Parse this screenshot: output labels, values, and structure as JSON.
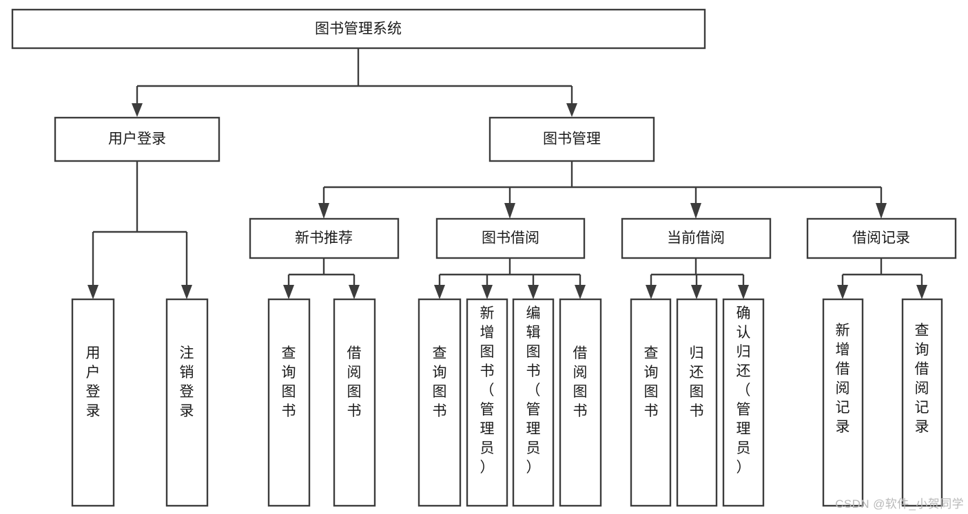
{
  "diagram": {
    "type": "tree-hierarchy",
    "title": "图书管理系统",
    "watermark": "CSDN @软件_小贺同学",
    "nodes": {
      "root": {
        "label": "图书管理系统",
        "orientation": "horizontal"
      },
      "level2": [
        {
          "id": "user-login",
          "label": "用户登录",
          "orientation": "horizontal"
        },
        {
          "id": "book-manage",
          "label": "图书管理",
          "orientation": "horizontal"
        }
      ],
      "level3": [
        {
          "id": "new-book-recommend",
          "label": "新书推荐",
          "orientation": "horizontal"
        },
        {
          "id": "book-borrow",
          "label": "图书借阅",
          "orientation": "horizontal"
        },
        {
          "id": "current-borrow",
          "label": "当前借阅",
          "orientation": "horizontal"
        },
        {
          "id": "borrow-record",
          "label": "借阅记录",
          "orientation": "horizontal"
        }
      ],
      "leaves": {
        "user-login": [
          {
            "id": "leaf-user-login",
            "label": "用户登录",
            "orientation": "vertical"
          },
          {
            "id": "leaf-logout-login",
            "label": "注销登录",
            "orientation": "vertical"
          }
        ],
        "new-book-recommend": [
          {
            "id": "leaf-query-book-1",
            "label": "查询图书",
            "orientation": "vertical"
          },
          {
            "id": "leaf-borrow-book-1",
            "label": "借阅图书",
            "orientation": "vertical"
          }
        ],
        "book-borrow": [
          {
            "id": "leaf-query-book-2",
            "label": "查询图书",
            "orientation": "vertical"
          },
          {
            "id": "leaf-add-book",
            "label": "新增图书（管理员）",
            "orientation": "vertical"
          },
          {
            "id": "leaf-edit-book",
            "label": "编辑图书（管理员）",
            "orientation": "vertical"
          },
          {
            "id": "leaf-borrow-book-2",
            "label": "借阅图书",
            "orientation": "vertical"
          }
        ],
        "current-borrow": [
          {
            "id": "leaf-query-book-3",
            "label": "查询图书",
            "orientation": "vertical"
          },
          {
            "id": "leaf-return-book",
            "label": "归还图书",
            "orientation": "vertical"
          },
          {
            "id": "leaf-confirm-return",
            "label": "确认归还（管理员）",
            "orientation": "vertical"
          }
        ],
        "borrow-record": [
          {
            "id": "leaf-add-record",
            "label": "新增借阅记录",
            "orientation": "vertical"
          },
          {
            "id": "leaf-query-record",
            "label": "查询借阅记录",
            "orientation": "vertical"
          }
        ]
      }
    },
    "colors": {
      "stroke": "#3c3c3c",
      "fill": "#ffffff",
      "text": "#1b1b1b",
      "watermark": "#b9b9b9"
    }
  }
}
